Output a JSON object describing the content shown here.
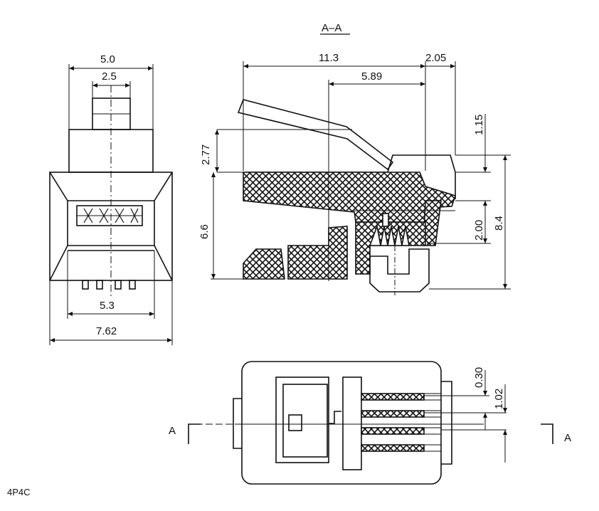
{
  "section_title": "A–A",
  "section_marker": "A",
  "caption": "4P4C",
  "front_view": {
    "dims": {
      "top_outer": "5.0",
      "top_inner": "2.5",
      "bottom_inner": "5.3",
      "bottom_outer": "7.62"
    }
  },
  "section_view": {
    "dims": {
      "length": "11.3",
      "tip": "2.05",
      "contact_offset": "5.89",
      "latch_height": "2.77",
      "body_height": "6.6",
      "top_gap": "1.15",
      "contact_height": "2.00",
      "total_height": "8.4"
    }
  },
  "bottom_view": {
    "dims": {
      "contact_width": "0.30",
      "contact_pitch": "1.02"
    }
  },
  "colors": {
    "line": "#111111",
    "background": "#ffffff"
  }
}
